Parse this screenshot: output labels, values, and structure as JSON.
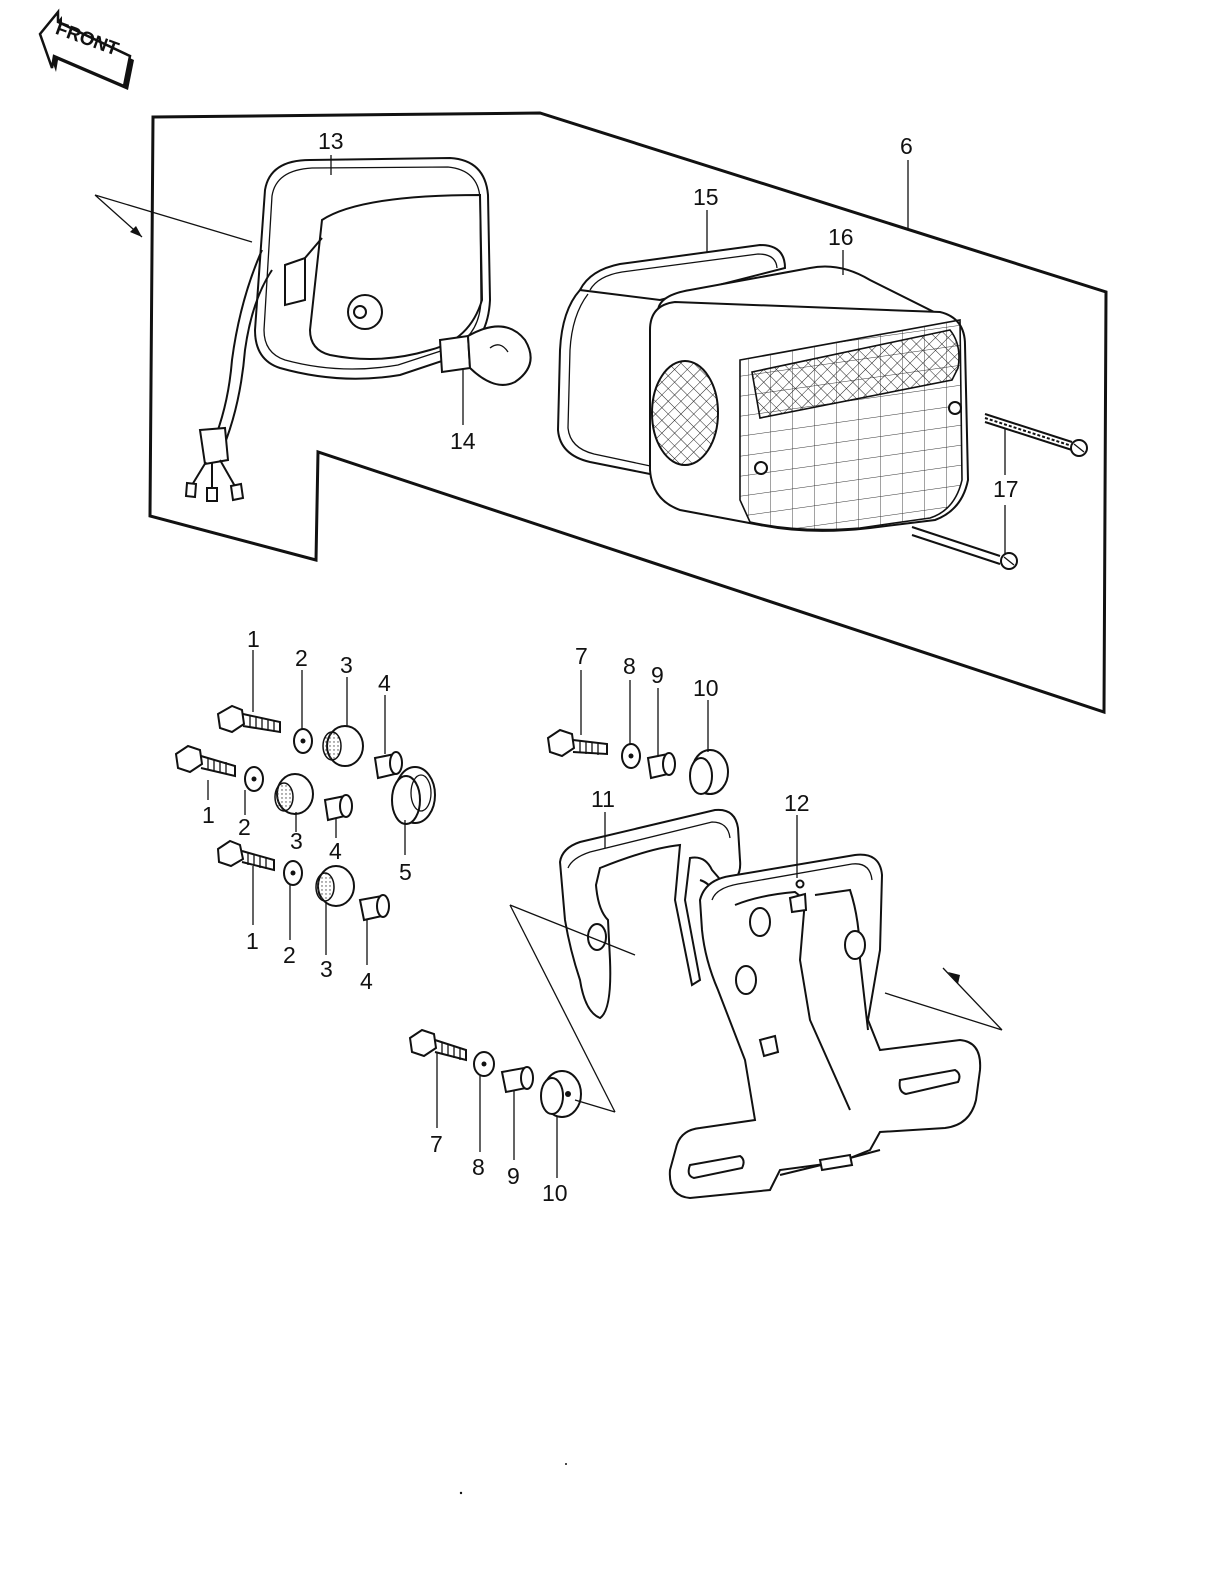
{
  "front_label": "FRONT",
  "callouts": {
    "c1a": "1",
    "c1b": "1",
    "c1c": "1",
    "c2a": "2",
    "c2b": "2",
    "c2c": "2",
    "c3a": "3",
    "c3b": "3",
    "c3c": "3",
    "c4a": "4",
    "c4b": "4",
    "c4c": "4",
    "c5": "5",
    "c6": "6",
    "c7a": "7",
    "c7b": "7",
    "c8a": "8",
    "c8b": "8",
    "c9a": "9",
    "c9b": "9",
    "c10a": "10",
    "c10b": "10",
    "c11": "11",
    "c12": "12",
    "c13": "13",
    "c14": "14",
    "c15": "15",
    "c16": "16",
    "c17": "17"
  }
}
